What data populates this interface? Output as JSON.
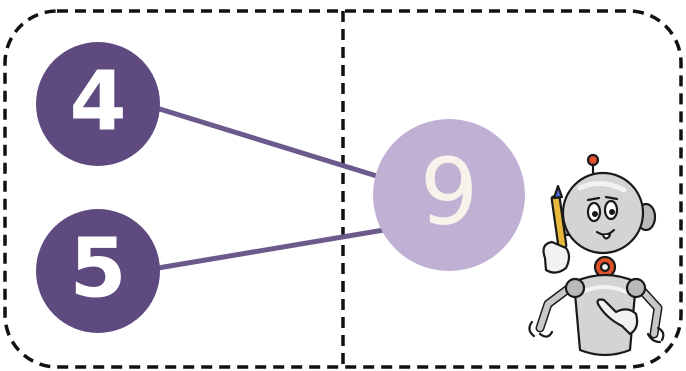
{
  "colors": {
    "dark_purple": "#5f4a80",
    "light_purple": "#bfb0d4",
    "connector": "#6b5b8c",
    "frame_dash": "#111111",
    "number_light": "#ffffff",
    "number_on_light": "#f7f3ea"
  },
  "parts": [
    {
      "id": "part-1",
      "label": "4",
      "color_key": "dark_purple"
    },
    {
      "id": "part-2",
      "label": "5",
      "color_key": "dark_purple"
    }
  ],
  "whole": {
    "label": "9",
    "color_key": "light_purple"
  },
  "mascot": {
    "icon": "robot-thinking-icon",
    "holds": "pencil-icon"
  }
}
